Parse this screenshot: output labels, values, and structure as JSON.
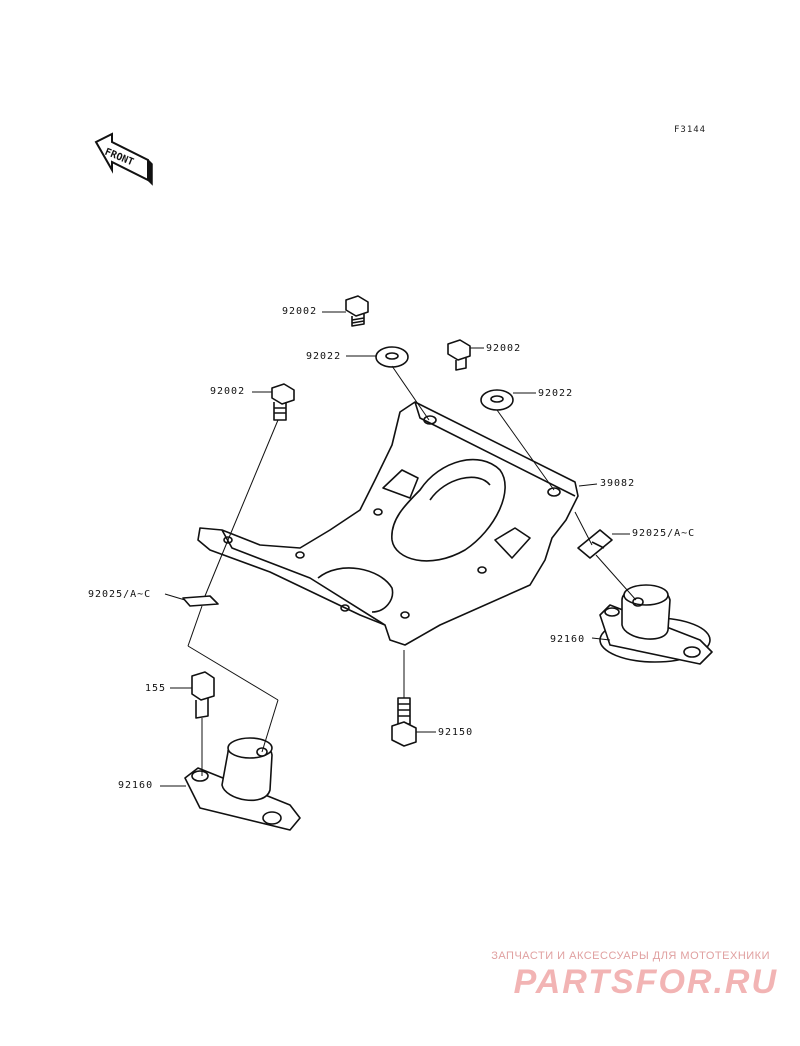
{
  "ref_code": "F3144",
  "front_label": "FRONT",
  "labels": {
    "bolt_top_left": "92002",
    "washer_left": "92022",
    "bolt_top_right": "92002",
    "washer_right": "92022",
    "bolt_side": "92002",
    "bracket": "39082",
    "clip_right": "92025/A~C",
    "clip_left": "92025/A~C",
    "mount_right": "92160",
    "bolt_155": "155",
    "bolt_bottom": "92150",
    "mount_left": "92160"
  },
  "watermark": {
    "tagline": "ЗАПЧАСТИ И АКСЕССУАРЫ ДЛЯ МОТОТЕХНИКИ",
    "brand": "PARTSFOR.RU"
  },
  "colors": {
    "line": "#111111",
    "watermark": "#f2b4b4"
  }
}
